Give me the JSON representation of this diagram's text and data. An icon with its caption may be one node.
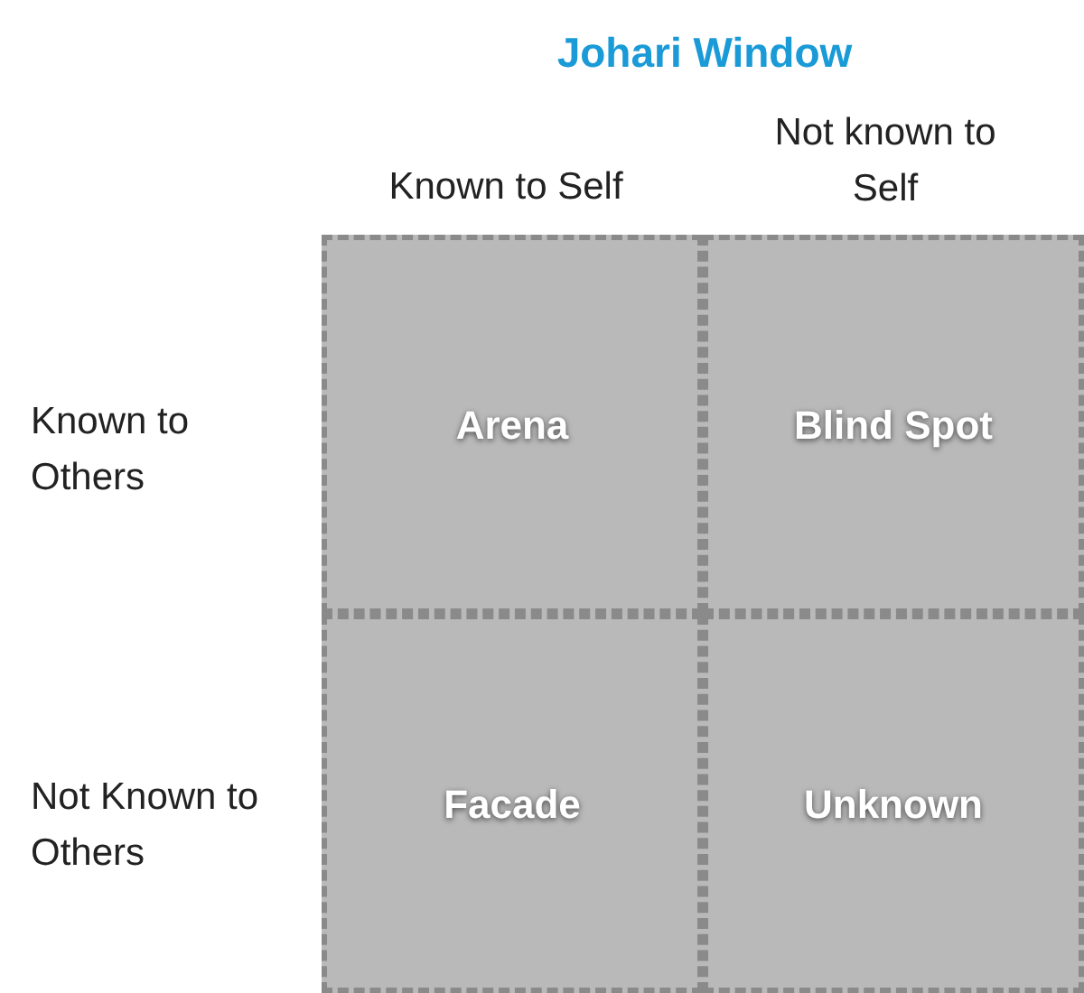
{
  "diagram": {
    "title": "Johari Window",
    "nodes": [
      {
        "text": [
          "Arena"
        ]
      },
      {
        "text": [
          "Blind Spot"
        ]
      },
      {
        "text": [
          "Facade"
        ]
      },
      {
        "text": [
          "Unknown"
        ]
      }
    ],
    "labels": [
      "Known to Self",
      "Not known to Self",
      "Known to Others",
      "Not Known to Others"
    ]
  }
}
